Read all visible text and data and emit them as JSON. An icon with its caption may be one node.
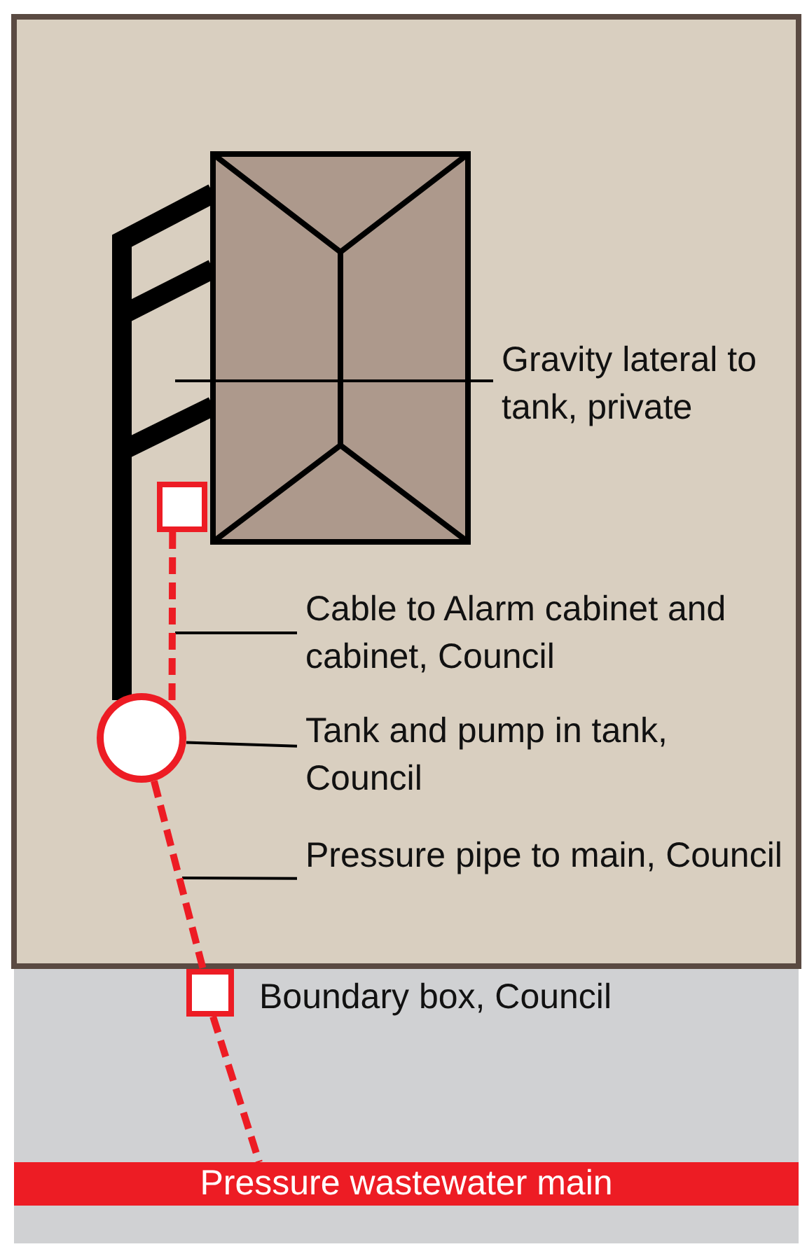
{
  "diagram": {
    "nodes": [
      {
        "text": [
          "Gravity lateral to tank, private"
        ]
      },
      {
        "text": [
          "Cable to Alarm cabinet and cabinet, Council"
        ]
      },
      {
        "text": [
          "Tank and pump in tank, Council"
        ]
      },
      {
        "text": [
          "Pressure pipe to main, Council"
        ]
      },
      {
        "text": [],
        "shape": "box"
      },
      {
        "text": [],
        "shape": "circle"
      },
      {
        "text": [],
        "shape": "box",
        "beside": [
          "Boundary box, Council"
        ]
      },
      {
        "text": [
          "Pressure wastewater main"
        ]
      }
    ],
    "edges": [
      {
        "from": 0,
        "to": null,
        "arrow": "none"
      },
      {
        "from": 1,
        "to": null,
        "arrow": "none"
      },
      {
        "from": 2,
        "to": 5,
        "arrow": "none"
      },
      {
        "from": 3,
        "to": null,
        "arrow": "none"
      },
      {
        "from": 4,
        "to": 5,
        "arrow": "none",
        "style": "dashed",
        "color": "#ed1c24"
      },
      {
        "from": 5,
        "to": 6,
        "arrow": "none",
        "style": "dashed",
        "color": "#ed1c24"
      },
      {
        "from": 6,
        "to": 7,
        "arrow": "none",
        "style": "dashed",
        "color": "#ed1c24"
      }
    ]
  }
}
